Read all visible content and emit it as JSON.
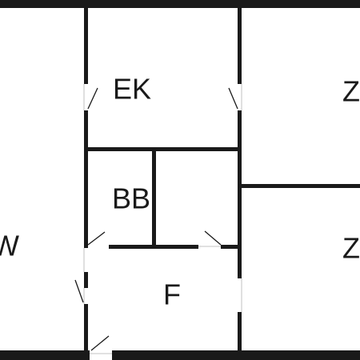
{
  "plan": {
    "colors": {
      "wall": "#1a1a1a",
      "background": "#ffffff",
      "door": "#1a1a1a"
    },
    "rooms": [
      {
        "id": "w",
        "label": "W"
      },
      {
        "id": "ek",
        "label": "EK"
      },
      {
        "id": "z1",
        "label": "Z"
      },
      {
        "id": "bb",
        "label": "BB"
      },
      {
        "id": "z2",
        "label": "Z"
      },
      {
        "id": "f",
        "label": "F"
      }
    ]
  }
}
